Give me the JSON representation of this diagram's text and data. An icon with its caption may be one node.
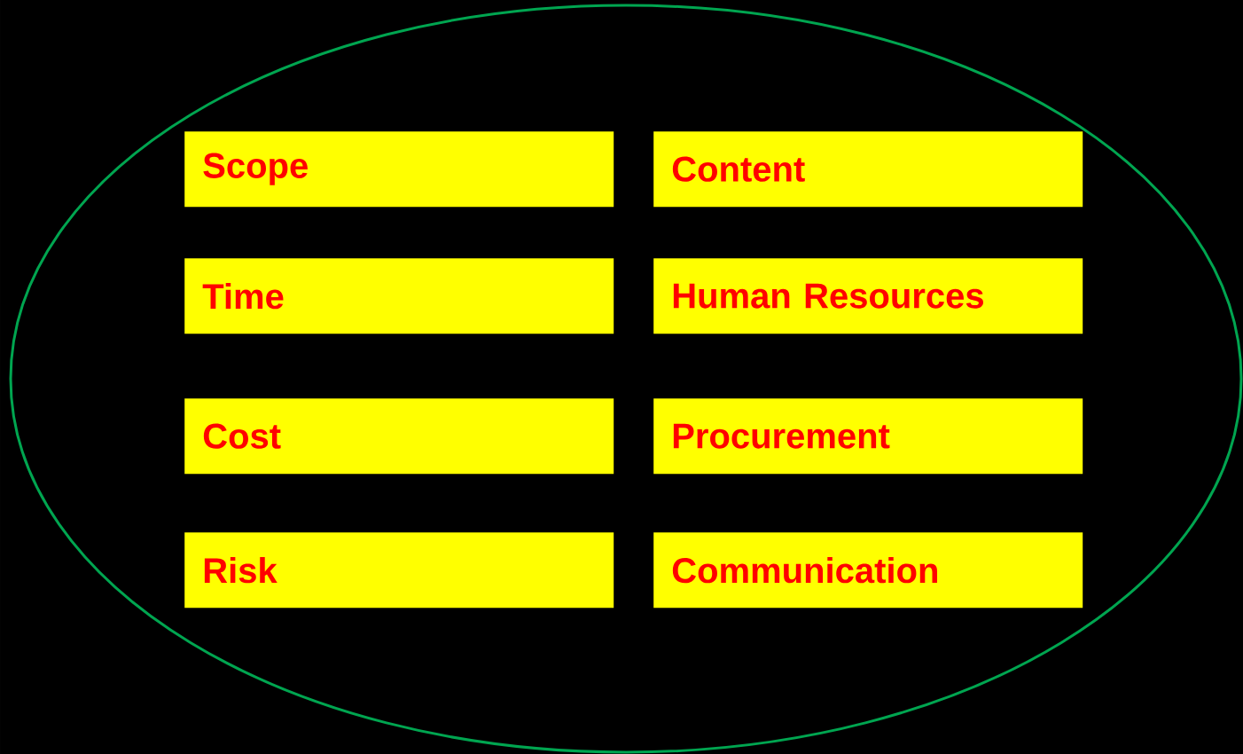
{
  "diagram": {
    "nodes": [
      {
        "text": [],
        "shape": "ellipse"
      },
      {
        "text": [
          "Scope"
        ],
        "in": 0
      },
      {
        "text": [
          "Content"
        ],
        "in": 0
      },
      {
        "text": [
          "Time"
        ],
        "in": 0
      },
      {
        "text": [
          "Human Resources"
        ],
        "in": 0
      },
      {
        "text": [
          "Cost"
        ],
        "in": 0
      },
      {
        "text": [
          "Procurement"
        ],
        "in": 0
      },
      {
        "text": [
          "Risk"
        ],
        "in": 0
      },
      {
        "text": [
          "Communication"
        ],
        "in": 0
      }
    ]
  }
}
